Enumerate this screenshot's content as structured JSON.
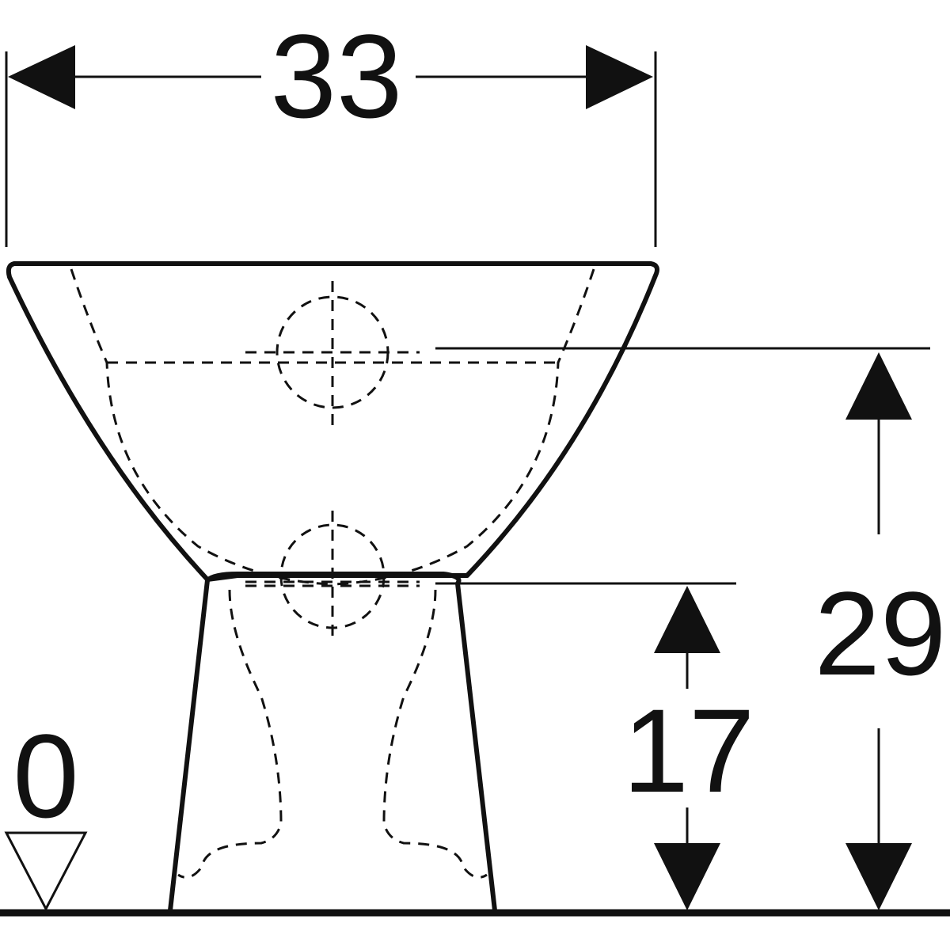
{
  "dimensions": {
    "width": "33",
    "bowl_height": "29",
    "outlet_height": "17",
    "floor_level": "0"
  },
  "colors": {
    "line": "#111111",
    "background": "#ffffff"
  }
}
